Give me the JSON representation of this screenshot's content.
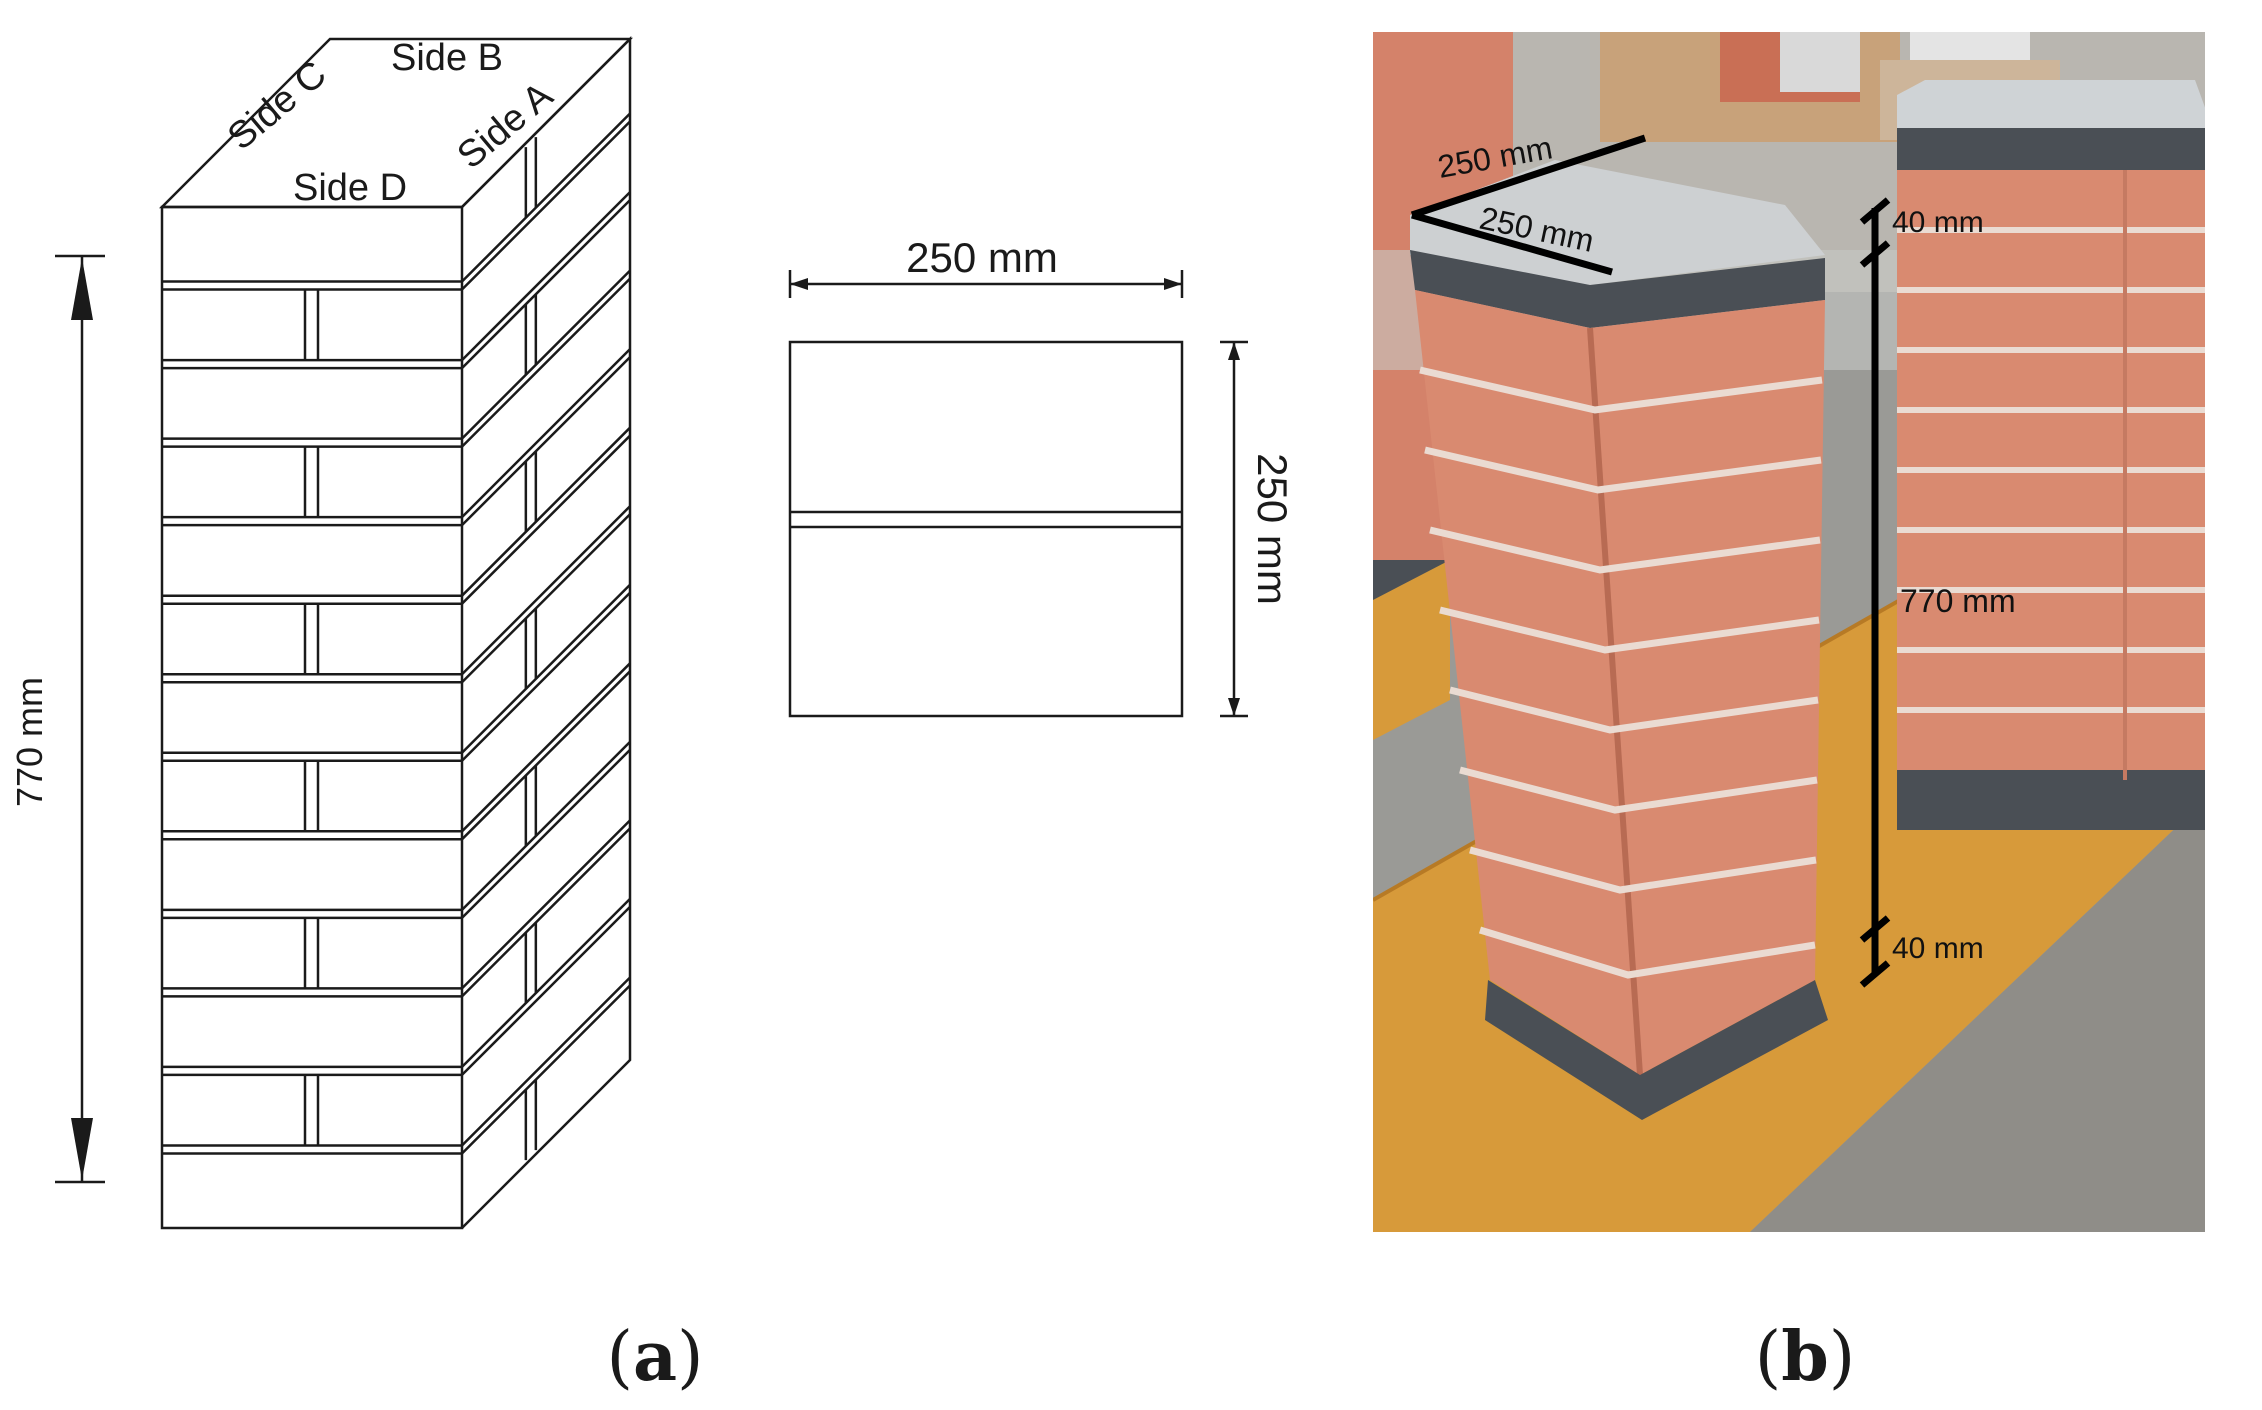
{
  "panel_a": {
    "side_labels": [
      "Side A",
      "Side B",
      "Side C",
      "Side D"
    ],
    "height_dim": "770 mm",
    "width_dim": "250 mm",
    "depth_dim": "250 mm",
    "caption_open": "(",
    "caption_letter": "a",
    "caption_close": ")"
  },
  "panel_b": {
    "top_dim_1": "250 mm",
    "top_dim_2": "250 mm",
    "cap_top_dim": "40 mm",
    "height_dim": "770 mm",
    "cap_bottom_dim": "40 mm",
    "caption_open": "(",
    "caption_letter": "b",
    "caption_close": ")"
  },
  "colors": {
    "line": "#1a1a1a",
    "brick": "#d98a70",
    "mortar": "#e8d8cf",
    "cap": "#4a4f55",
    "floor_wood": "#d79a3a",
    "floor_concrete": "#9a9a96"
  }
}
